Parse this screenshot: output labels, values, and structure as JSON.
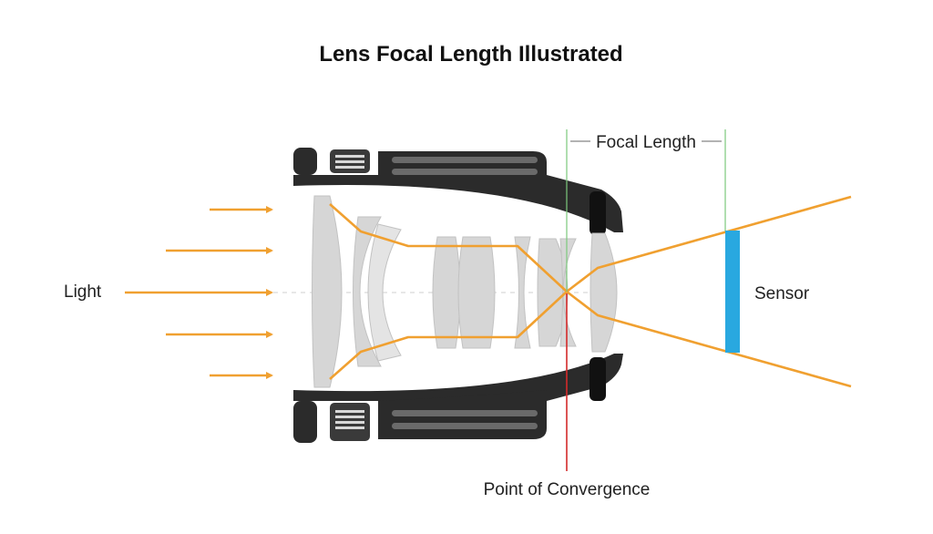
{
  "title": "Lens Focal Length Illustrated",
  "labels": {
    "light": "Light",
    "sensor": "Sensor",
    "focal_length": "Focal Length",
    "convergence": "Point of Convergence"
  },
  "colors": {
    "ray": "#f0a030",
    "lens_body": "#2b2b2b",
    "lens_element": "#d6d6d6",
    "sensor": "#29a8e0",
    "convergence_line": "#d42a2a",
    "focal_marker": "#7cc87c"
  }
}
